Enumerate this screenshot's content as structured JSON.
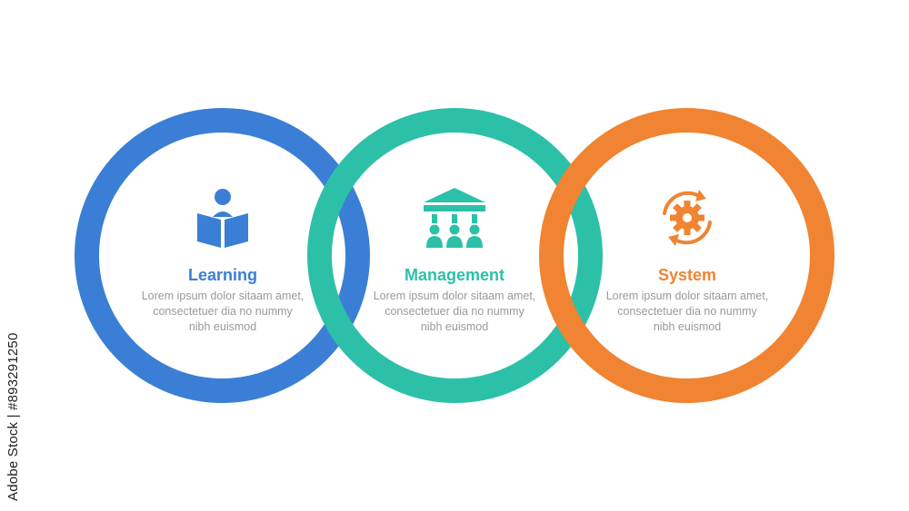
{
  "colors": {
    "learning": "#3a7fd5",
    "management": "#2dc0a8",
    "system": "#f08432",
    "description": "#9a9a9a",
    "background": "#ffffff"
  },
  "items": [
    {
      "title": "Learning",
      "icon": "reader-book-icon",
      "description": "Lorem ipsum dolor sitaam amet, consectetuer dia no nummy nibh euismod"
    },
    {
      "title": "Management",
      "icon": "institution-people-icon",
      "description": "Lorem ipsum dolor sitaam amet, consectetuer dia no nummy nibh euismod"
    },
    {
      "title": "System",
      "icon": "gear-cycle-icon",
      "description": "Lorem ipsum dolor sitaam amet, consectetuer dia no nummy nibh euismod"
    }
  ],
  "watermark": {
    "side_text": "Adobe Stock | #893291250"
  }
}
